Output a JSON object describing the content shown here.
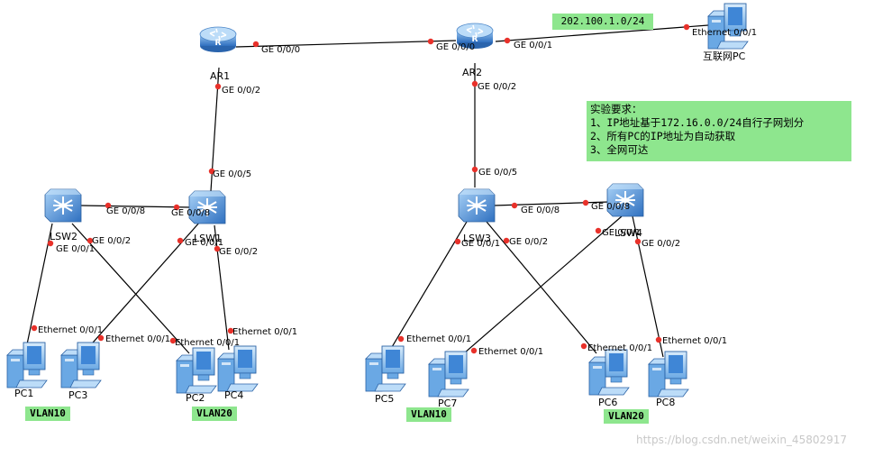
{
  "devices": {
    "ar1": "AR1",
    "ar2": "AR2",
    "lsw1": "LSW1",
    "lsw2": "LSW2",
    "lsw3": "LSW3",
    "lsw4": "LSW4",
    "pc1": "PC1",
    "pc2": "PC2",
    "pc3": "PC3",
    "pc4": "PC4",
    "pc5": "PC5",
    "pc6": "PC6",
    "pc7": "PC7",
    "pc8": "PC8",
    "internet_pc": "互联网PC"
  },
  "ports": {
    "ar1_ge000": "GE 0/0/0",
    "ar1_ge002": "GE 0/0/2",
    "ar2_ge000": "GE 0/0/0",
    "ar2_ge001": "GE 0/0/1",
    "ar2_ge002": "GE 0/0/2",
    "inet_eth": "Ethernet 0/0/1",
    "lsw1_ge005": "GE 0/0/5",
    "lsw1_ge008": "GE 0/0/8",
    "lsw1_ge001": "GE 0/0/1",
    "lsw1_ge002": "GE 0/0/2",
    "lsw2_ge008": "GE 0/0/8",
    "lsw2_ge001": "GE 0/0/1",
    "lsw2_ge002": "GE 0/0/2",
    "lsw3_ge005": "GE 0/0/5",
    "lsw3_ge008": "GE 0/0/8",
    "lsw3_ge001": "GE 0/0/1",
    "lsw3_ge002": "GE 0/0/2",
    "lsw4_ge008": "GE 0/0/8",
    "lsw4_ge001": "GE 0/0/1",
    "lsw4_ge002": "GE 0/0/2",
    "pc1_eth": "Ethernet 0/0/1",
    "pc2_eth": "Ethernet 0/0/1",
    "pc3_eth": "Ethernet 0/0/1",
    "pc4_eth": "Ethernet 0/0/1",
    "pc5_eth": "Ethernet 0/0/1",
    "pc6_eth": "Ethernet 0/0/1",
    "pc7_eth": "Ethernet 0/0/1",
    "pc8_eth": "Ethernet 0/0/1"
  },
  "network_label": "202.100.1.0/24",
  "requirements": {
    "title": "实验要求：",
    "items": [
      "1、IP地址基于172.16.0.0/24自行子网划分",
      "2、所有PC的IP地址为自动获取",
      "3、全网可达"
    ]
  },
  "vlans": {
    "left_a": "VLAN10",
    "left_b": "VLAN20",
    "right_a": "VLAN10",
    "right_b": "VLAN20"
  },
  "watermark": "https://blog.csdn.net/weixin_45802917",
  "colors": {
    "link": "#000000",
    "port_dot": "#e8312a",
    "label_bg": "#8ee68e",
    "router": "#4f8fd6",
    "switch": "#5a9be0",
    "pc": "#4a8ed8"
  }
}
